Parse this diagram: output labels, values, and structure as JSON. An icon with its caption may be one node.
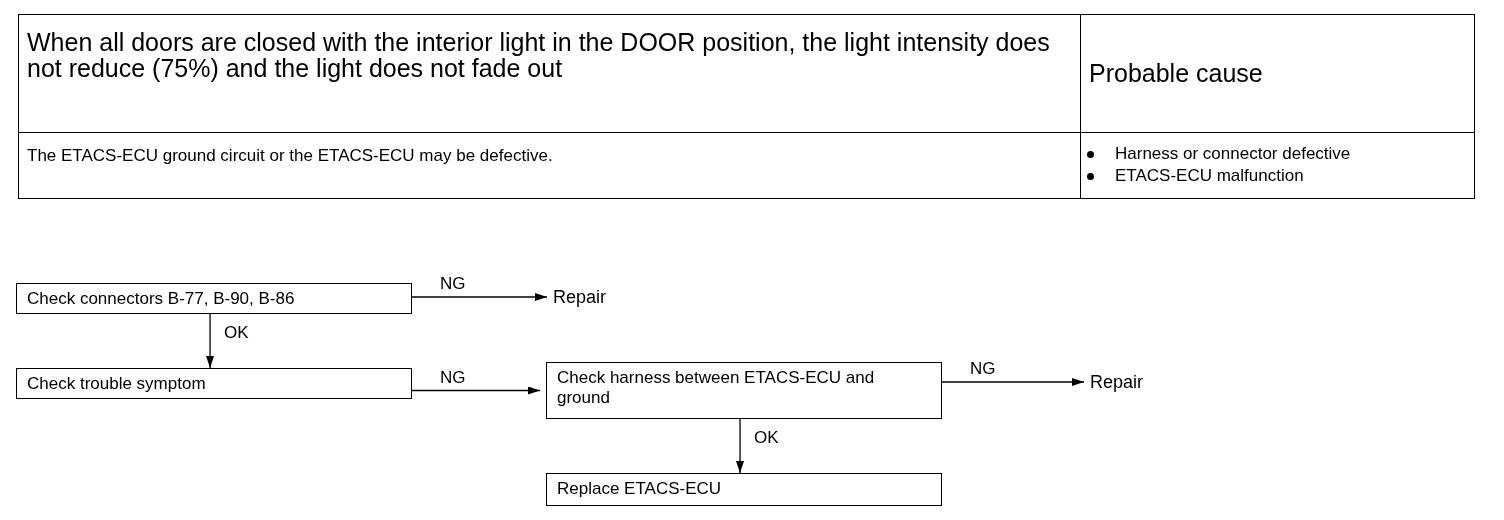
{
  "diagram": {
    "nodes": [
      {
        "text": [
          "Check connectors B-77, B-90, B-86"
        ]
      },
      {
        "text": [
          "Repair"
        ]
      },
      {
        "text": [
          "Check trouble symptom"
        ]
      },
      {
        "text": [
          "Check harness between ETACS-ECU and ground"
        ]
      },
      {
        "text": [
          "Repair"
        ]
      },
      {
        "text": [
          "Replace ETACS-ECU"
        ]
      }
    ],
    "edges": [
      {
        "from": 0,
        "to": 1,
        "arrow": "to",
        "label": "NG"
      },
      {
        "from": 0,
        "to": 2,
        "arrow": "to",
        "label": "OK"
      },
      {
        "from": 2,
        "to": 3,
        "arrow": "to",
        "label": "NG"
      },
      {
        "from": 3,
        "to": 4,
        "arrow": "to",
        "label": "NG"
      },
      {
        "from": 3,
        "to": 5,
        "arrow": "to",
        "label": "OK"
      }
    ],
    "labels": [
      "When all doors are closed with the interior light in the DOOR position, the light intensity does not reduce (75%) and the light does not fade out",
      "Probable cause",
      "The ETACS-ECU ground circuit or the ETACS-ECU may be defective.",
      "Harness or connector defective",
      "ETACS-ECU malfunction"
    ]
  }
}
